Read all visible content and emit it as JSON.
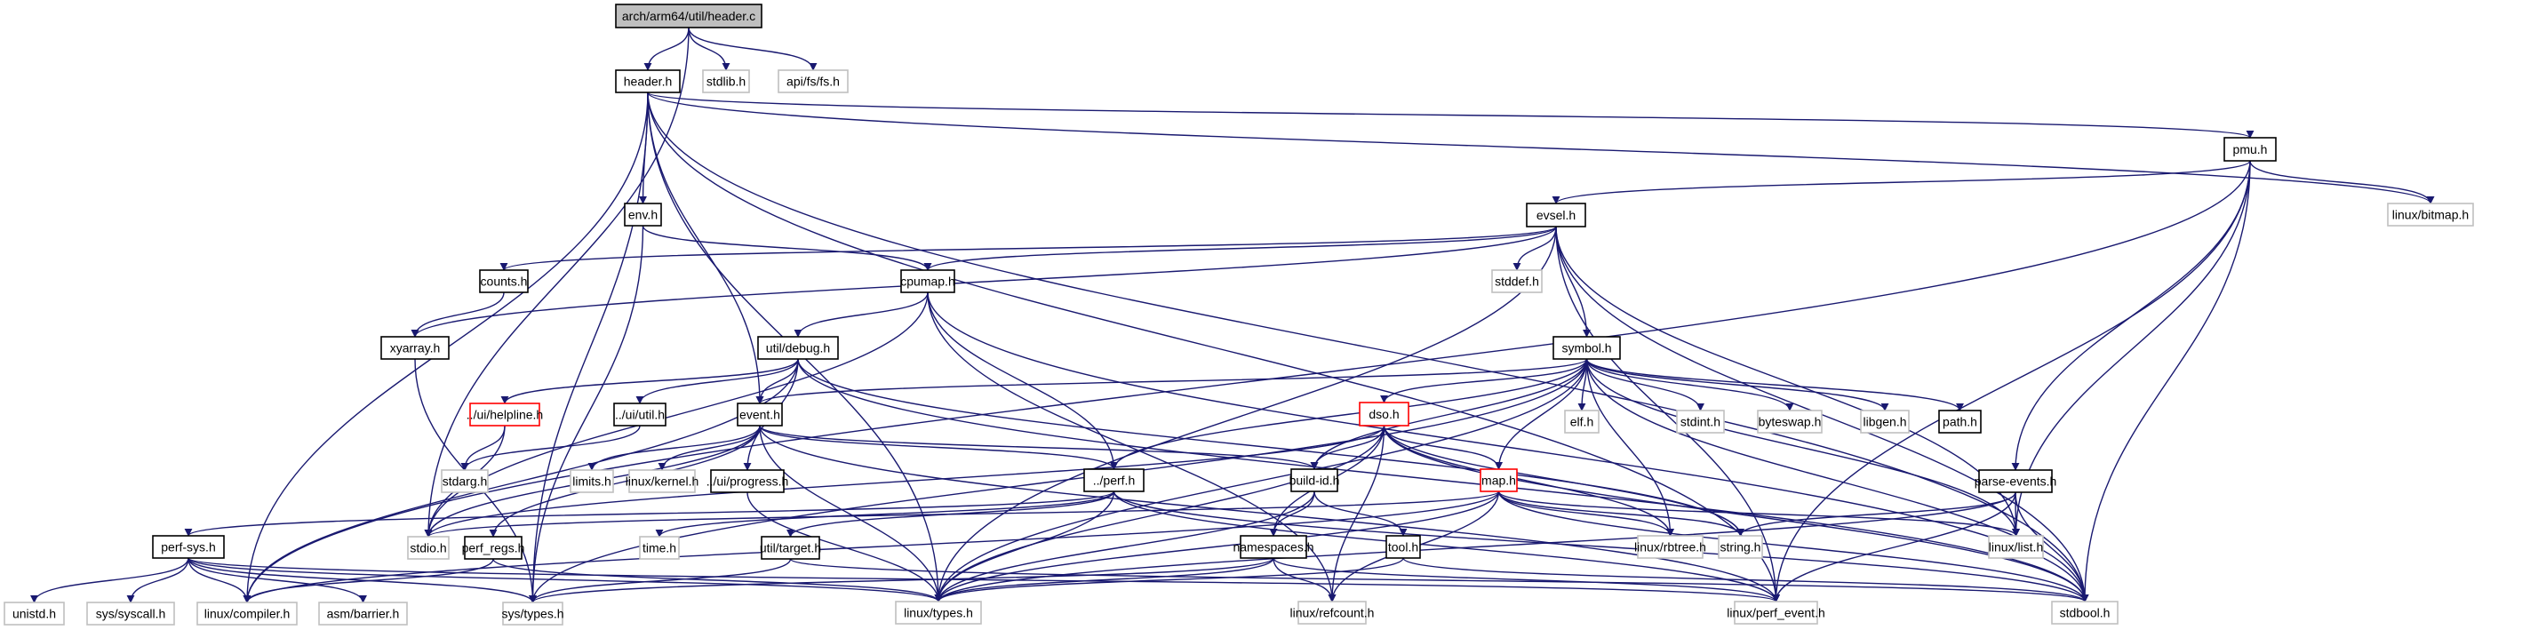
{
  "diagram": {
    "type": "include-dependency-graph",
    "root": "arch/arm64/util/header.c",
    "colors": {
      "edge": "#191970",
      "root_fill": "#bfbfbf",
      "documented_border": "#000000",
      "undocumented_border": "#bfbfbf",
      "truncated_border": "#ff0000"
    },
    "nodes": [
      {
        "id": "root",
        "label": "arch/arm64/util/header.c",
        "kind": "root"
      },
      {
        "id": "header_h",
        "label": "header.h",
        "kind": "documented"
      },
      {
        "id": "stdlib_h",
        "label": "stdlib.h",
        "kind": "external"
      },
      {
        "id": "api_fs_fs_h",
        "label": "api/fs/fs.h",
        "kind": "external"
      },
      {
        "id": "pmu_h",
        "label": "pmu.h",
        "kind": "documented"
      },
      {
        "id": "linux_bitmap_h",
        "label": "linux/bitmap.h",
        "kind": "external"
      },
      {
        "id": "env_h",
        "label": "env.h",
        "kind": "documented"
      },
      {
        "id": "evsel_h",
        "label": "evsel.h",
        "kind": "documented"
      },
      {
        "id": "stddef_h",
        "label": "stddef.h",
        "kind": "external"
      },
      {
        "id": "counts_h",
        "label": "counts.h",
        "kind": "documented"
      },
      {
        "id": "cpumap_h",
        "label": "cpumap.h",
        "kind": "documented"
      },
      {
        "id": "xyarray_h",
        "label": "xyarray.h",
        "kind": "documented"
      },
      {
        "id": "util_debug_h",
        "label": "util/debug.h",
        "kind": "documented"
      },
      {
        "id": "symbol_h",
        "label": "symbol.h",
        "kind": "documented"
      },
      {
        "id": "ui_helpline_h",
        "label": "../ui/helpline.h",
        "kind": "truncated"
      },
      {
        "id": "ui_util_h",
        "label": "../ui/util.h",
        "kind": "documented"
      },
      {
        "id": "event_h",
        "label": "event.h",
        "kind": "documented"
      },
      {
        "id": "dso_h",
        "label": "dso.h",
        "kind": "truncated"
      },
      {
        "id": "elf_h",
        "label": "elf.h",
        "kind": "external"
      },
      {
        "id": "stdint_h",
        "label": "stdint.h",
        "kind": "external"
      },
      {
        "id": "byteswap_h",
        "label": "byteswap.h",
        "kind": "external"
      },
      {
        "id": "libgen_h",
        "label": "libgen.h",
        "kind": "external"
      },
      {
        "id": "path_h",
        "label": "path.h",
        "kind": "documented"
      },
      {
        "id": "stdarg_h",
        "label": "stdarg.h",
        "kind": "external"
      },
      {
        "id": "limits_h",
        "label": "limits.h",
        "kind": "external"
      },
      {
        "id": "linux_kernel_h",
        "label": "linux/kernel.h",
        "kind": "external"
      },
      {
        "id": "ui_progress_h",
        "label": "../ui/progress.h",
        "kind": "documented"
      },
      {
        "id": "perf_h",
        "label": "../perf.h",
        "kind": "documented"
      },
      {
        "id": "build_id_h",
        "label": "build-id.h",
        "kind": "documented"
      },
      {
        "id": "map_h",
        "label": "map.h",
        "kind": "truncated"
      },
      {
        "id": "parse_events_h",
        "label": "parse-events.h",
        "kind": "documented"
      },
      {
        "id": "stdio_h",
        "label": "stdio.h",
        "kind": "external"
      },
      {
        "id": "perf_regs_h",
        "label": "perf_regs.h",
        "kind": "documented"
      },
      {
        "id": "time_h",
        "label": "time.h",
        "kind": "external"
      },
      {
        "id": "util_target_h",
        "label": "util/target.h",
        "kind": "documented"
      },
      {
        "id": "namespaces_h",
        "label": "namespaces.h",
        "kind": "documented"
      },
      {
        "id": "tool_h",
        "label": "tool.h",
        "kind": "documented"
      },
      {
        "id": "linux_rbtree_h",
        "label": "linux/rbtree.h",
        "kind": "external"
      },
      {
        "id": "string_h",
        "label": "string.h",
        "kind": "external"
      },
      {
        "id": "linux_list_h",
        "label": "linux/list.h",
        "kind": "external"
      },
      {
        "id": "perf_sys_h",
        "label": "perf-sys.h",
        "kind": "documented"
      },
      {
        "id": "unistd_h",
        "label": "unistd.h",
        "kind": "external"
      },
      {
        "id": "sys_syscall_h",
        "label": "sys/syscall.h",
        "kind": "external"
      },
      {
        "id": "linux_compiler_h",
        "label": "linux/compiler.h",
        "kind": "external"
      },
      {
        "id": "asm_barrier_h",
        "label": "asm/barrier.h",
        "kind": "external"
      },
      {
        "id": "sys_types_h",
        "label": "sys/types.h",
        "kind": "external"
      },
      {
        "id": "linux_types_h",
        "label": "linux/types.h",
        "kind": "external"
      },
      {
        "id": "linux_refcount_h",
        "label": "linux/refcount.h",
        "kind": "external"
      },
      {
        "id": "linux_perf_event_h",
        "label": "linux/perf_event.h",
        "kind": "external"
      },
      {
        "id": "stdbool_h",
        "label": "stdbool.h",
        "kind": "external"
      }
    ],
    "edges": [
      [
        "root",
        "header_h"
      ],
      [
        "root",
        "stdlib_h"
      ],
      [
        "root",
        "api_fs_fs_h"
      ],
      [
        "root",
        "stdio_h"
      ],
      [
        "header_h",
        "pmu_h"
      ],
      [
        "header_h",
        "env_h"
      ],
      [
        "header_h",
        "event_h"
      ],
      [
        "header_h",
        "linux_bitmap_h"
      ],
      [
        "header_h",
        "linux_types_h"
      ],
      [
        "header_h",
        "sys_types_h"
      ],
      [
        "header_h",
        "stdbool_h"
      ],
      [
        "header_h",
        "linux_perf_event_h"
      ],
      [
        "header_h",
        "linux_compiler_h"
      ],
      [
        "pmu_h",
        "linux_bitmap_h"
      ],
      [
        "pmu_h",
        "evsel_h"
      ],
      [
        "pmu_h",
        "parse_events_h"
      ],
      [
        "pmu_h",
        "stdbool_h"
      ],
      [
        "pmu_h",
        "linux_perf_event_h"
      ],
      [
        "pmu_h",
        "linux_compiler_h"
      ],
      [
        "pmu_h",
        "linux_list_h"
      ],
      [
        "env_h",
        "cpumap_h"
      ],
      [
        "env_h",
        "sys_types_h"
      ],
      [
        "evsel_h",
        "stddef_h"
      ],
      [
        "evsel_h",
        "symbol_h"
      ],
      [
        "evsel_h",
        "counts_h"
      ],
      [
        "evsel_h",
        "cpumap_h"
      ],
      [
        "evsel_h",
        "xyarray_h"
      ],
      [
        "evsel_h",
        "linux_list_h"
      ],
      [
        "evsel_h",
        "stdbool_h"
      ],
      [
        "evsel_h",
        "linux_perf_event_h"
      ],
      [
        "evsel_h",
        "linux_types_h"
      ],
      [
        "counts_h",
        "xyarray_h"
      ],
      [
        "xyarray_h",
        "sys_types_h"
      ],
      [
        "cpumap_h",
        "util_debug_h"
      ],
      [
        "cpumap_h",
        "perf_h"
      ],
      [
        "cpumap_h",
        "stdio_h"
      ],
      [
        "cpumap_h",
        "stdbool_h"
      ],
      [
        "cpumap_h",
        "linux_refcount_h"
      ],
      [
        "util_debug_h",
        "event_h"
      ],
      [
        "util_debug_h",
        "ui_helpline_h"
      ],
      [
        "util_debug_h",
        "ui_util_h"
      ],
      [
        "util_debug_h",
        "ui_progress_h"
      ],
      [
        "util_debug_h",
        "string_h"
      ],
      [
        "util_debug_h",
        "stdbool_h"
      ],
      [
        "util_debug_h",
        "linux_compiler_h"
      ],
      [
        "ui_helpline_h",
        "stdarg_h"
      ],
      [
        "ui_helpline_h",
        "stdio_h"
      ],
      [
        "ui_util_h",
        "stdarg_h"
      ],
      [
        "event_h",
        "limits_h"
      ],
      [
        "event_h",
        "linux_kernel_h"
      ],
      [
        "event_h",
        "stdio_h"
      ],
      [
        "event_h",
        "perf_regs_h"
      ],
      [
        "event_h",
        "perf_h"
      ],
      [
        "event_h",
        "build_id_h"
      ],
      [
        "event_h",
        "linux_types_h"
      ],
      [
        "event_h",
        "linux_perf_event_h"
      ],
      [
        "ui_progress_h",
        "linux_types_h"
      ],
      [
        "symbol_h",
        "event_h"
      ],
      [
        "symbol_h",
        "dso_h"
      ],
      [
        "symbol_h",
        "elf_h"
      ],
      [
        "symbol_h",
        "stdint_h"
      ],
      [
        "symbol_h",
        "byteswap_h"
      ],
      [
        "symbol_h",
        "libgen_h"
      ],
      [
        "symbol_h",
        "path_h"
      ],
      [
        "symbol_h",
        "map_h"
      ],
      [
        "symbol_h",
        "build_id_h"
      ],
      [
        "symbol_h",
        "perf_h"
      ],
      [
        "symbol_h",
        "linux_rbtree_h"
      ],
      [
        "symbol_h",
        "linux_list_h"
      ],
      [
        "symbol_h",
        "linux_types_h"
      ],
      [
        "symbol_h",
        "stdbool_h"
      ],
      [
        "symbol_h",
        "sys_types_h"
      ],
      [
        "dso_h",
        "build_id_h"
      ],
      [
        "dso_h",
        "map_h"
      ],
      [
        "dso_h",
        "namespaces_h"
      ],
      [
        "dso_h",
        "linux_refcount_h"
      ],
      [
        "dso_h",
        "linux_rbtree_h"
      ],
      [
        "dso_h",
        "linux_types_h"
      ],
      [
        "dso_h",
        "stdbool_h"
      ],
      [
        "dso_h",
        "stdio_h"
      ],
      [
        "dso_h",
        "string_h"
      ],
      [
        "map_h",
        "linux_refcount_h"
      ],
      [
        "map_h",
        "linux_rbtree_h"
      ],
      [
        "map_h",
        "string_h"
      ],
      [
        "map_h",
        "linux_list_h"
      ],
      [
        "map_h",
        "stdbool_h"
      ],
      [
        "map_h",
        "linux_types_h"
      ],
      [
        "map_h",
        "stdio_h"
      ],
      [
        "map_h",
        "linux_compiler_h"
      ],
      [
        "perf_h",
        "time_h"
      ],
      [
        "perf_h",
        "util_target_h"
      ],
      [
        "perf_h",
        "perf_sys_h"
      ],
      [
        "perf_h",
        "stdbool_h"
      ],
      [
        "perf_h",
        "linux_types_h"
      ],
      [
        "perf_h",
        "linux_perf_event_h"
      ],
      [
        "build_id_h",
        "namespaces_h"
      ],
      [
        "build_id_h",
        "tool_h"
      ],
      [
        "build_id_h",
        "linux_types_h"
      ],
      [
        "namespaces_h",
        "linux_refcount_h"
      ],
      [
        "namespaces_h",
        "sys_types_h"
      ],
      [
        "namespaces_h",
        "linux_perf_event_h"
      ],
      [
        "namespaces_h",
        "linux_types_h"
      ],
      [
        "tool_h",
        "linux_types_h"
      ],
      [
        "tool_h",
        "stdbool_h"
      ],
      [
        "util_target_h",
        "stdbool_h"
      ],
      [
        "util_target_h",
        "sys_types_h"
      ],
      [
        "parse_events_h",
        "linux_list_h"
      ],
      [
        "parse_events_h",
        "stdbool_h"
      ],
      [
        "parse_events_h",
        "string_h"
      ],
      [
        "parse_events_h",
        "linux_perf_event_h"
      ],
      [
        "parse_events_h",
        "linux_types_h"
      ],
      [
        "perf_regs_h",
        "linux_types_h"
      ],
      [
        "perf_regs_h",
        "linux_compiler_h"
      ],
      [
        "perf_sys_h",
        "unistd_h"
      ],
      [
        "perf_sys_h",
        "sys_syscall_h"
      ],
      [
        "perf_sys_h",
        "linux_compiler_h"
      ],
      [
        "perf_sys_h",
        "asm_barrier_h"
      ],
      [
        "perf_sys_h",
        "linux_types_h"
      ],
      [
        "perf_sys_h",
        "sys_types_h"
      ],
      [
        "perf_sys_h",
        "linux_perf_event_h"
      ]
    ]
  }
}
